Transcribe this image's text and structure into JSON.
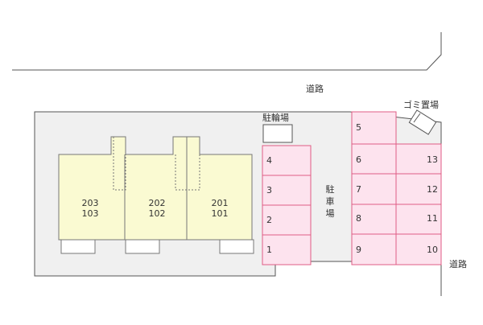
{
  "roads": {
    "top_label": "道路",
    "right_label": "道路"
  },
  "facilities": {
    "bicycle_parking": "駐輪場",
    "garbage": "ゴミ置場",
    "parking_vertical": [
      "駐",
      "車",
      "場"
    ]
  },
  "units": [
    {
      "upper": "203",
      "lower": "103"
    },
    {
      "upper": "202",
      "lower": "102"
    },
    {
      "upper": "201",
      "lower": "101"
    }
  ],
  "parking_spaces": [
    "4",
    "3",
    "2",
    "1",
    "5",
    "6",
    "7",
    "8",
    "9",
    "13",
    "12",
    "11",
    "10"
  ],
  "colors": {
    "lot": "#f0f0f0",
    "building": "#fafad2",
    "parking": "#fde3ee",
    "parking_border": "#e05d85",
    "line": "#555555"
  }
}
